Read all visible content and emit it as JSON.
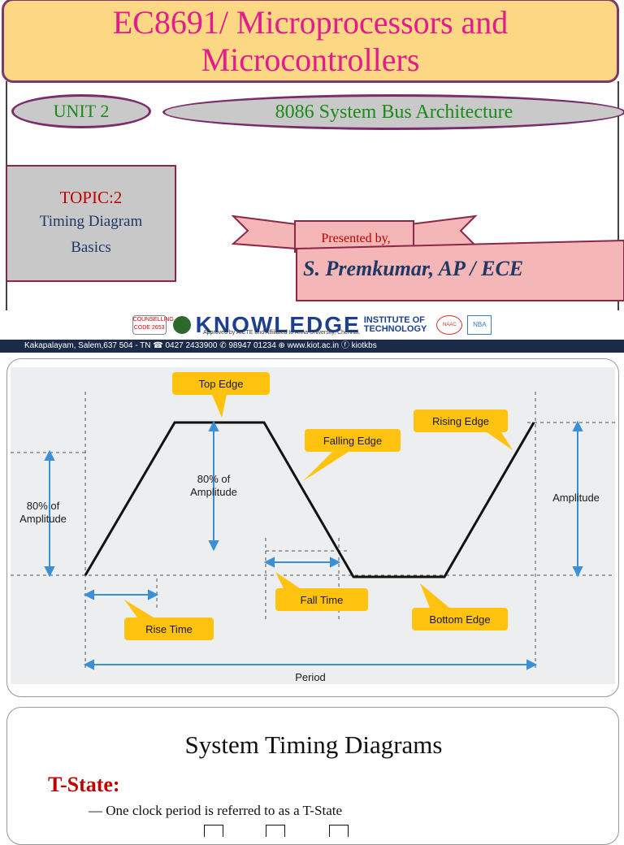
{
  "slide1": {
    "title_line1": "EC8691/ Microprocessors and",
    "title_line2": "Microcontrollers",
    "unit": "UNIT 2",
    "subject": "8086 System Bus Architecture",
    "topic_label": "TOPIC:2",
    "topic_line1": "Timing Diagram",
    "topic_line2": "Basics",
    "presented_by": "Presented by,",
    "presenter": "S. Premkumar, AP / ECE",
    "logo": {
      "counselling_badge": "COUNSELLING CODE 2653",
      "name": "KNOWLEDGE",
      "institute_line1": "INSTITUTE OF",
      "institute_line2": "TECHNOLOGY",
      "approval": "Approved by AICTE and Affiliated to Anna University, Chennai.",
      "naac": "NAAC",
      "nba": "NBA"
    },
    "contact": "Kakapalayam, Salem,637 504 - TN   ☎ 0427 2433900   ✆ 98947 01234   ⊕ www.kiot.ac.in   ⓕ kiotkbs"
  },
  "slide2": {
    "labels": {
      "top_edge": "Top Edge",
      "falling_edge": "Falling Edge",
      "rising_edge": "Rising Edge",
      "fall_time": "Fall Time",
      "rise_time": "Rise Time",
      "bottom_edge": "Bottom Edge",
      "amplitude": "Amplitude",
      "pct80_line1": "80% of",
      "pct80_line2": "Amplitude",
      "period": "Period"
    },
    "colors": {
      "callout": "#ffc20e",
      "waveform": "#111111",
      "background": "#eceef0"
    }
  },
  "slide3": {
    "title": "System Timing Diagrams",
    "heading": "T-State:",
    "line": "— One clock period is referred to as a T-State"
  }
}
